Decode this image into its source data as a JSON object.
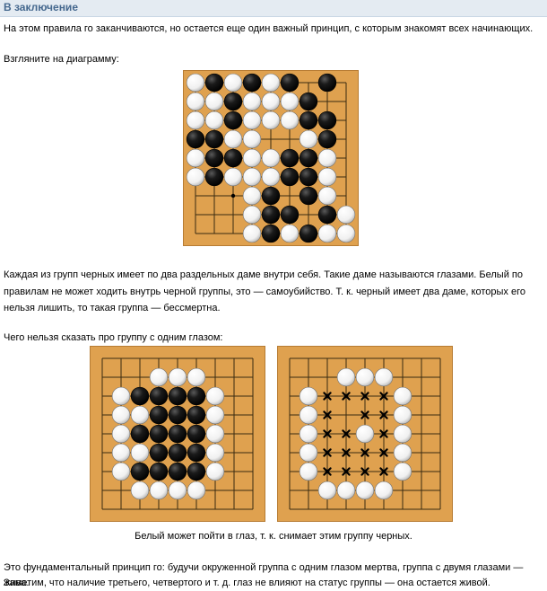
{
  "header": {
    "title": "В заключение"
  },
  "paragraphs": {
    "intro": "На этом правила го заканчиваются, но остается еще один важный принцип, с которым знакомят всех начинающих.",
    "look": "Взгляните на диаграмму:",
    "eyes_1": "Каждая из групп черных имеет по два раздельных даме внутри себя. Такие даме называются глазами. Белый по",
    "eyes_2": "правилам не может ходить внутрь черной группы, это — самоубийство. Т. к. черный имеет два даме, которых его",
    "eyes_3": "нельзя лишить, то такая группа — бессмертна.",
    "one_eye": "Чего нельзя сказать про группу с одним глазом:",
    "caption": "Белый может пойти в глаз, т. к. снимает этим группу черных.",
    "final_1": "Это фундаментальный принцип го: будучи окруженной группа с одним глазом мертва, группа с двумя глазами — жива.",
    "final_2": "Заметим, что наличие третьего, четвертого и т. д. глаз не влияют на статус группы — она остается живой."
  },
  "boards": [
    {
      "id": "two-eyes",
      "size": 9,
      "hoshi": [
        [
          2,
          6
        ]
      ],
      "black": [
        [
          1,
          0
        ],
        [
          3,
          0
        ],
        [
          2,
          1
        ],
        [
          2,
          2
        ],
        [
          0,
          3
        ],
        [
          1,
          3
        ],
        [
          1,
          4
        ],
        [
          2,
          4
        ],
        [
          1,
          5
        ],
        [
          5,
          0
        ],
        [
          7,
          0
        ],
        [
          6,
          1
        ],
        [
          6,
          2
        ],
        [
          7,
          2
        ],
        [
          7,
          3
        ],
        [
          5,
          4
        ],
        [
          6,
          4
        ],
        [
          5,
          5
        ],
        [
          6,
          5
        ],
        [
          4,
          6
        ],
        [
          6,
          6
        ],
        [
          4,
          7
        ],
        [
          5,
          7
        ],
        [
          7,
          7
        ],
        [
          4,
          8
        ],
        [
          6,
          8
        ]
      ],
      "white": [
        [
          0,
          0
        ],
        [
          2,
          0
        ],
        [
          4,
          0
        ],
        [
          0,
          1
        ],
        [
          1,
          1
        ],
        [
          3,
          1
        ],
        [
          4,
          1
        ],
        [
          5,
          1
        ],
        [
          0,
          2
        ],
        [
          1,
          2
        ],
        [
          3,
          2
        ],
        [
          4,
          2
        ],
        [
          5,
          2
        ],
        [
          2,
          3
        ],
        [
          3,
          3
        ],
        [
          6,
          3
        ],
        [
          0,
          4
        ],
        [
          3,
          4
        ],
        [
          4,
          4
        ],
        [
          7,
          4
        ],
        [
          0,
          5
        ],
        [
          2,
          5
        ],
        [
          3,
          5
        ],
        [
          4,
          5
        ],
        [
          7,
          5
        ],
        [
          3,
          6
        ],
        [
          7,
          6
        ],
        [
          3,
          7
        ],
        [
          8,
          7
        ],
        [
          3,
          8
        ],
        [
          5,
          8
        ],
        [
          7,
          8
        ],
        [
          8,
          8
        ]
      ],
      "marks": []
    },
    {
      "id": "one-eye",
      "size": 9,
      "hoshi": [
        [
          2,
          2
        ],
        [
          2,
          6
        ]
      ],
      "black": [
        [
          2,
          2
        ],
        [
          3,
          2
        ],
        [
          4,
          2
        ],
        [
          5,
          2
        ],
        [
          3,
          3
        ],
        [
          4,
          3
        ],
        [
          5,
          3
        ],
        [
          2,
          4
        ],
        [
          3,
          4
        ],
        [
          4,
          4
        ],
        [
          5,
          4
        ],
        [
          3,
          5
        ],
        [
          4,
          5
        ],
        [
          5,
          5
        ],
        [
          2,
          6
        ],
        [
          3,
          6
        ],
        [
          4,
          6
        ],
        [
          5,
          6
        ]
      ],
      "white": [
        [
          4,
          1
        ],
        [
          3,
          1
        ],
        [
          5,
          1
        ],
        [
          1,
          2
        ],
        [
          6,
          2
        ],
        [
          1,
          3
        ],
        [
          2,
          3
        ],
        [
          6,
          3
        ],
        [
          1,
          4
        ],
        [
          6,
          4
        ],
        [
          1,
          5
        ],
        [
          2,
          5
        ],
        [
          6,
          5
        ],
        [
          1,
          6
        ],
        [
          6,
          6
        ],
        [
          2,
          7
        ],
        [
          3,
          7
        ],
        [
          4,
          7
        ],
        [
          5,
          7
        ]
      ],
      "marks": []
    },
    {
      "id": "after-capture",
      "size": 9,
      "hoshi": [
        [
          2,
          2
        ],
        [
          2,
          6
        ]
      ],
      "black": [],
      "white": [
        [
          3,
          1
        ],
        [
          4,
          1
        ],
        [
          5,
          1
        ],
        [
          1,
          2
        ],
        [
          6,
          2
        ],
        [
          1,
          3
        ],
        [
          6,
          3
        ],
        [
          1,
          4
        ],
        [
          4,
          4
        ],
        [
          6,
          4
        ],
        [
          1,
          5
        ],
        [
          6,
          5
        ],
        [
          1,
          6
        ],
        [
          6,
          6
        ],
        [
          2,
          7
        ],
        [
          3,
          7
        ],
        [
          4,
          7
        ],
        [
          5,
          7
        ]
      ],
      "marks": [
        [
          2,
          2
        ],
        [
          3,
          2
        ],
        [
          4,
          2
        ],
        [
          5,
          2
        ],
        [
          2,
          3
        ],
        [
          4,
          3
        ],
        [
          5,
          3
        ],
        [
          2,
          4
        ],
        [
          3,
          4
        ],
        [
          5,
          4
        ],
        [
          2,
          5
        ],
        [
          3,
          5
        ],
        [
          4,
          5
        ],
        [
          5,
          5
        ],
        [
          2,
          6
        ],
        [
          3,
          6
        ],
        [
          4,
          6
        ],
        [
          5,
          6
        ]
      ]
    }
  ]
}
